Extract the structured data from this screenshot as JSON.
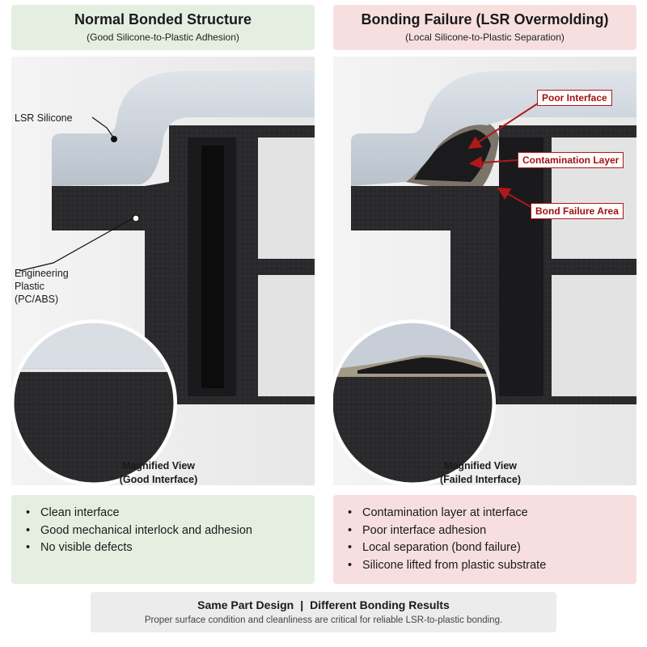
{
  "left_panel": {
    "title": "Normal Bonded Structure",
    "subtitle": "(Good Silicone-to-Plastic Adhesion)",
    "label_silicone": "LSR Silicone",
    "label_plastic_line1": "Engineering",
    "label_plastic_line2": "Plastic",
    "label_plastic_line3": "(PC/ABS)",
    "magnified_line1": "Magnified View",
    "magnified_line2": "(Good Interface)",
    "bullets": [
      "Clean interface",
      "Good mechanical interlock and adhesion",
      "No visible defects"
    ]
  },
  "right_panel": {
    "title": "Bonding Failure (LSR Overmolding)",
    "subtitle": "(Local Silicone-to-Plastic Separation)",
    "tag_poor_interface": "Poor Interface",
    "tag_contamination": "Contamination Layer",
    "tag_bond_failure": "Bond Failure Area",
    "magnified_line1": "Magnified View",
    "magnified_line2": "(Failed Interface)",
    "bullets": [
      "Contamination layer at interface",
      "Poor interface adhesion",
      "Local separation (bond failure)",
      "Silicone lifted from plastic substrate"
    ]
  },
  "footer": {
    "left": "Same Part Design",
    "separator": "|",
    "right": "Different Bonding Results",
    "note": "Proper surface condition and cleanliness are critical for reliable LSR-to-plastic bonding."
  },
  "colors": {
    "good_panel": "#e4efe2",
    "bad_panel": "#f7dfe0",
    "alert_red": "#b01818"
  }
}
